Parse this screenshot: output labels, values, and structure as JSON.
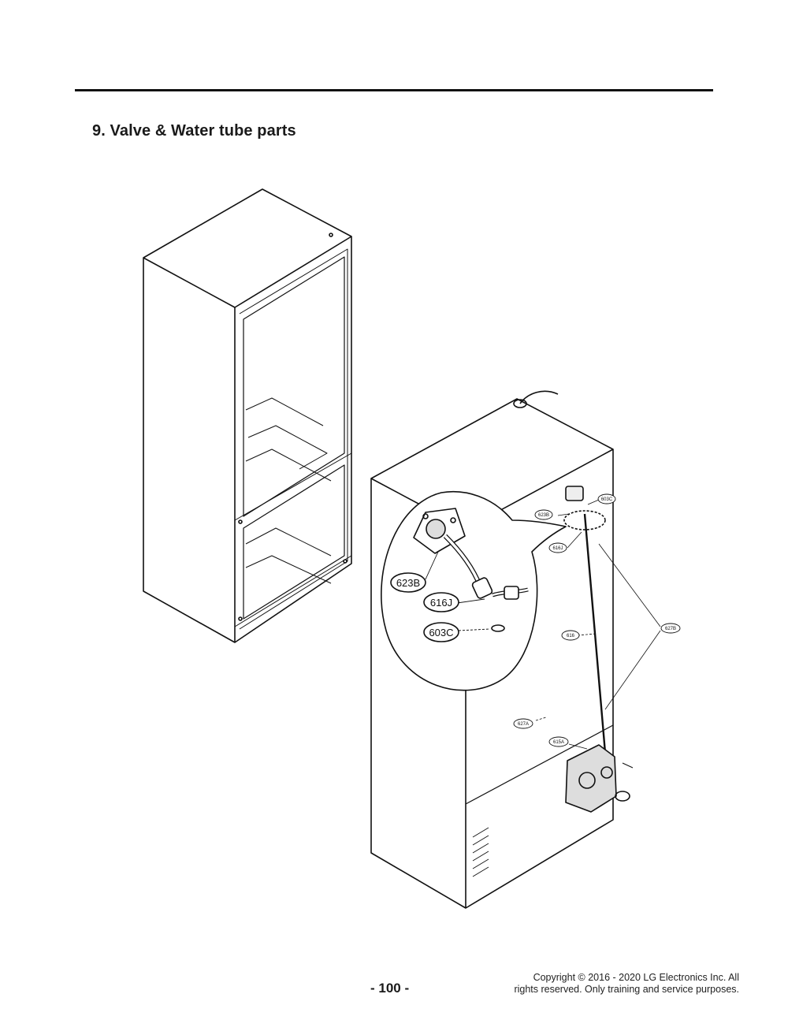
{
  "page": {
    "title": "9. Valve & Water tube parts",
    "page_number": "- 100 -",
    "copyright_line1": "Copyright © 2016 - 2020 LG Electronics Inc. All",
    "copyright_line2": "rights reserved. Only training and service purposes."
  },
  "callouts": {
    "zoom": [
      "623B",
      "616J",
      "603C"
    ],
    "small": {
      "c603C": "603C",
      "c623B": "623B",
      "c616J": "616J",
      "c627B": "627B",
      "c616": "616",
      "c627A": "627A",
      "c615A": "615A"
    }
  }
}
